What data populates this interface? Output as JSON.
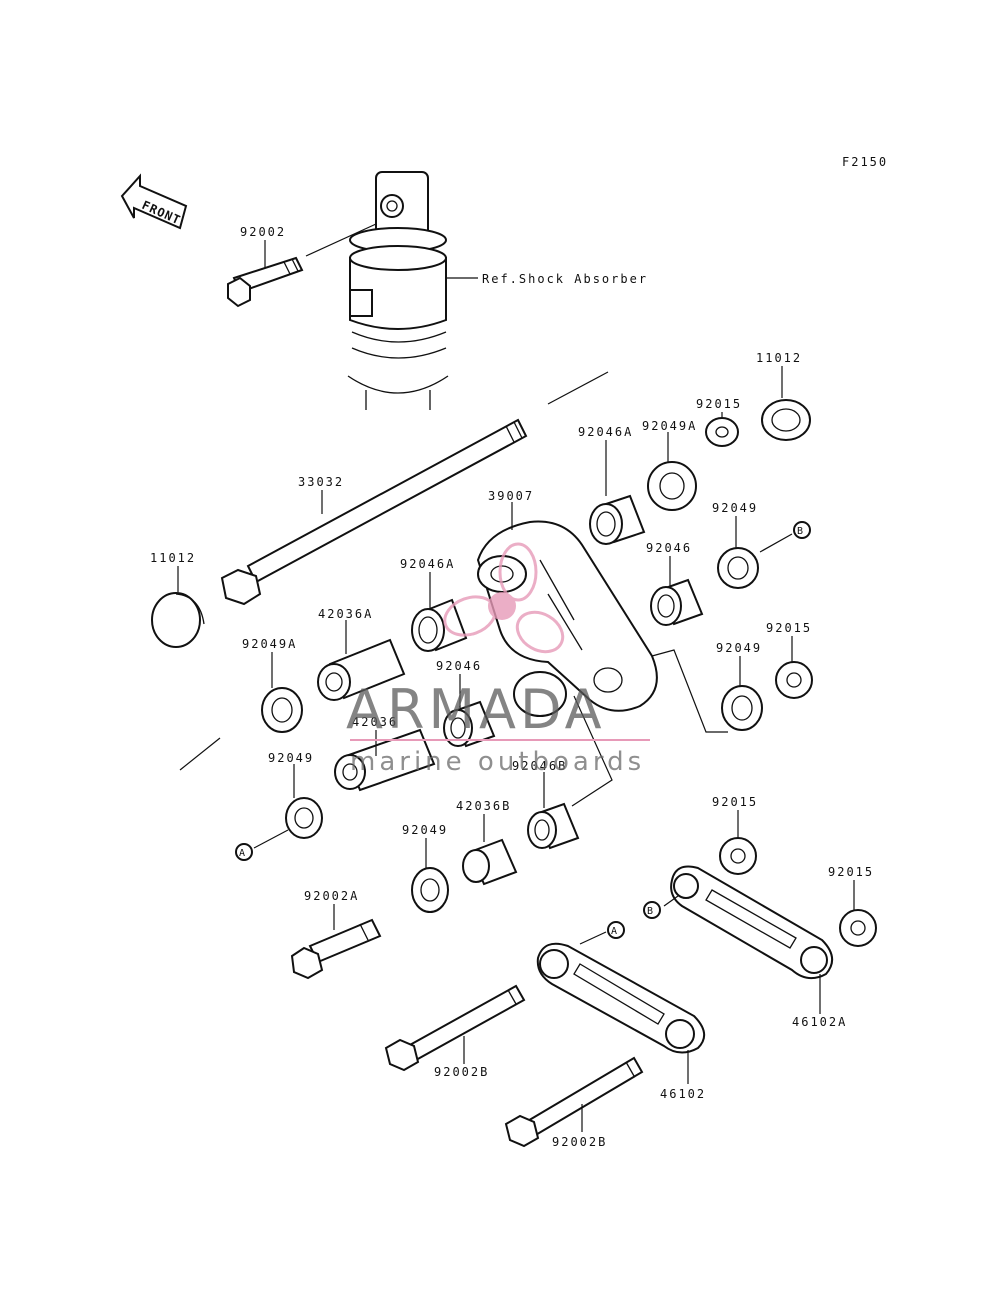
{
  "diagram": {
    "figure_id": "F2150",
    "front_label": "FRONT",
    "ref_label": "Ref.Shock Absorber",
    "parts": [
      {
        "id": "p1",
        "label": "92002"
      },
      {
        "id": "p2",
        "label": "11012"
      },
      {
        "id": "p3",
        "label": "92015"
      },
      {
        "id": "p4",
        "label": "92049A"
      },
      {
        "id": "p5",
        "label": "92046A"
      },
      {
        "id": "p6",
        "label": "33032"
      },
      {
        "id": "p7",
        "label": "39007"
      },
      {
        "id": "p8",
        "label": "92049"
      },
      {
        "id": "p9",
        "label": "11012"
      },
      {
        "id": "p10",
        "label": "92046A"
      },
      {
        "id": "p11",
        "label": "92046"
      },
      {
        "id": "p12",
        "label": "42036A"
      },
      {
        "id": "p13",
        "label": "92015"
      },
      {
        "id": "p14",
        "label": "92049A"
      },
      {
        "id": "p15",
        "label": "92046"
      },
      {
        "id": "p16",
        "label": "92049"
      },
      {
        "id": "p17",
        "label": "42036"
      },
      {
        "id": "p18",
        "label": "92049"
      },
      {
        "id": "p19",
        "label": "92046B"
      },
      {
        "id": "p20",
        "label": "92015"
      },
      {
        "id": "p21",
        "label": "42036B"
      },
      {
        "id": "p22",
        "label": "92049"
      },
      {
        "id": "p23",
        "label": "92015"
      },
      {
        "id": "p24",
        "label": "92002A"
      },
      {
        "id": "p25",
        "label": "46102A"
      },
      {
        "id": "p26",
        "label": "92002B"
      },
      {
        "id": "p27",
        "label": "46102"
      },
      {
        "id": "p28",
        "label": "92002B"
      }
    ],
    "markers": {
      "a": "A",
      "b": "B"
    }
  },
  "watermark": {
    "brand": "ARMADA",
    "tagline": "marine outboards",
    "accent_color": "#e79ab8"
  }
}
